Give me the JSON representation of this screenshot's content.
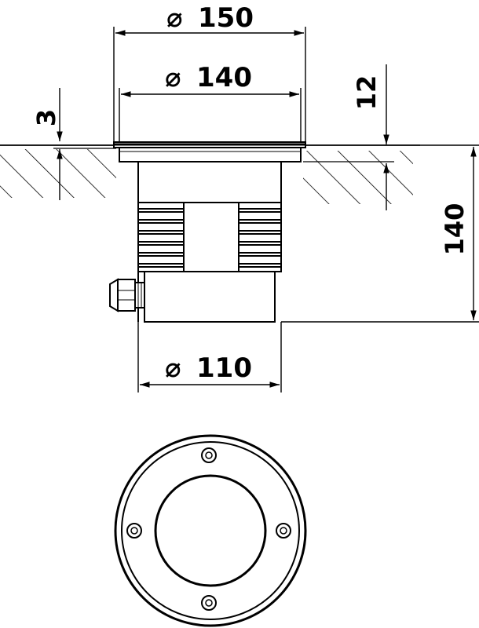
{
  "dimensions": {
    "top_diameter": {
      "symbol": "⌀",
      "value": "150"
    },
    "flange_inner_diameter": {
      "symbol": "⌀",
      "value": "140"
    },
    "flange_thickness": "3",
    "recess_depth": "12",
    "total_height": "140",
    "body_diameter": {
      "symbol": "⌀",
      "value": "110"
    }
  },
  "colors": {
    "line": "#000000",
    "background": "#ffffff"
  }
}
